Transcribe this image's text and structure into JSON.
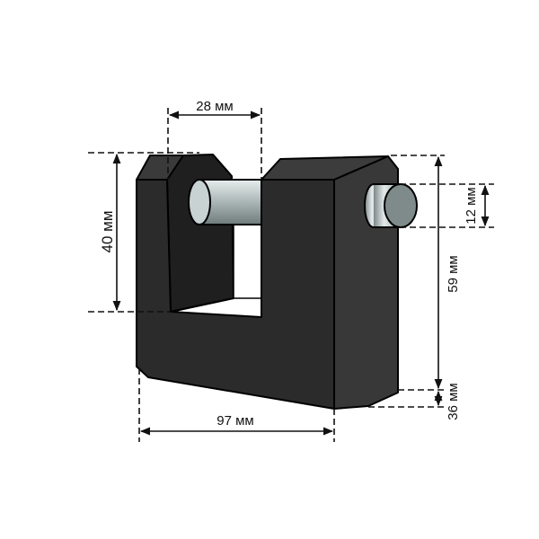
{
  "dimensions": {
    "shackle_gap": "28 мм",
    "shackle_height": "40 мм",
    "pin_diameter": "12 мм",
    "body_height": "59 мм",
    "bottom_offset": "36 мм",
    "body_width": "97 мм"
  },
  "colors": {
    "body_front": "#2b2b2b",
    "body_side": "#383838",
    "shackle": "#b8c2c2"
  }
}
